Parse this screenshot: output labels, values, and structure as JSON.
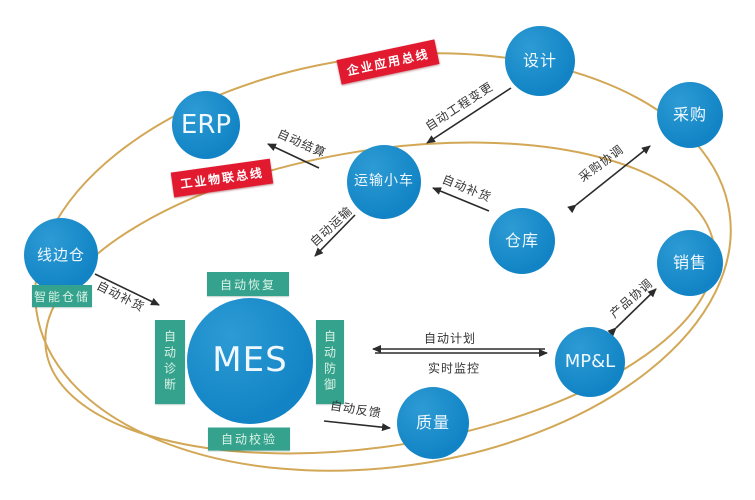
{
  "diagram": {
    "nodes": {
      "design": "设计",
      "procurement": "采购",
      "erp": "ERP",
      "transport_cart": "运输小车",
      "warehouse": "仓库",
      "sales": "销售",
      "lineside_warehouse": "线边仓",
      "mes": "MES",
      "mpl": "MP&L",
      "quality": "质量"
    },
    "buses": {
      "enterprise_app_bus": "企业应用总线",
      "industrial_iot_bus": "工业物联总线"
    },
    "capabilities": {
      "smart_storage": "智能仓储",
      "auto_recovery": "自动恢复",
      "auto_diagnosis": "自动诊断",
      "auto_defense": "自动防御",
      "auto_verification": "自动校验"
    },
    "flows": {
      "auto_engineering_change": "自动工程变更",
      "auto_settlement": "自动结算",
      "auto_replenish_warehouse": "自动补货",
      "purchase_coordination": "采购协调",
      "auto_transport": "自动运输",
      "auto_replenish_lineside": "自动补货",
      "product_coordination": "产品协调",
      "auto_planning": "自动计划",
      "realtime_monitoring": "实时监控",
      "auto_feedback": "自动反馈"
    },
    "colors": {
      "node_blue": "#1589c9",
      "bus_red": "#e11a30",
      "capability_green": "#35a28d",
      "orbit_gold": "#d2a755",
      "arrow_black": "#2b2b2b"
    }
  }
}
